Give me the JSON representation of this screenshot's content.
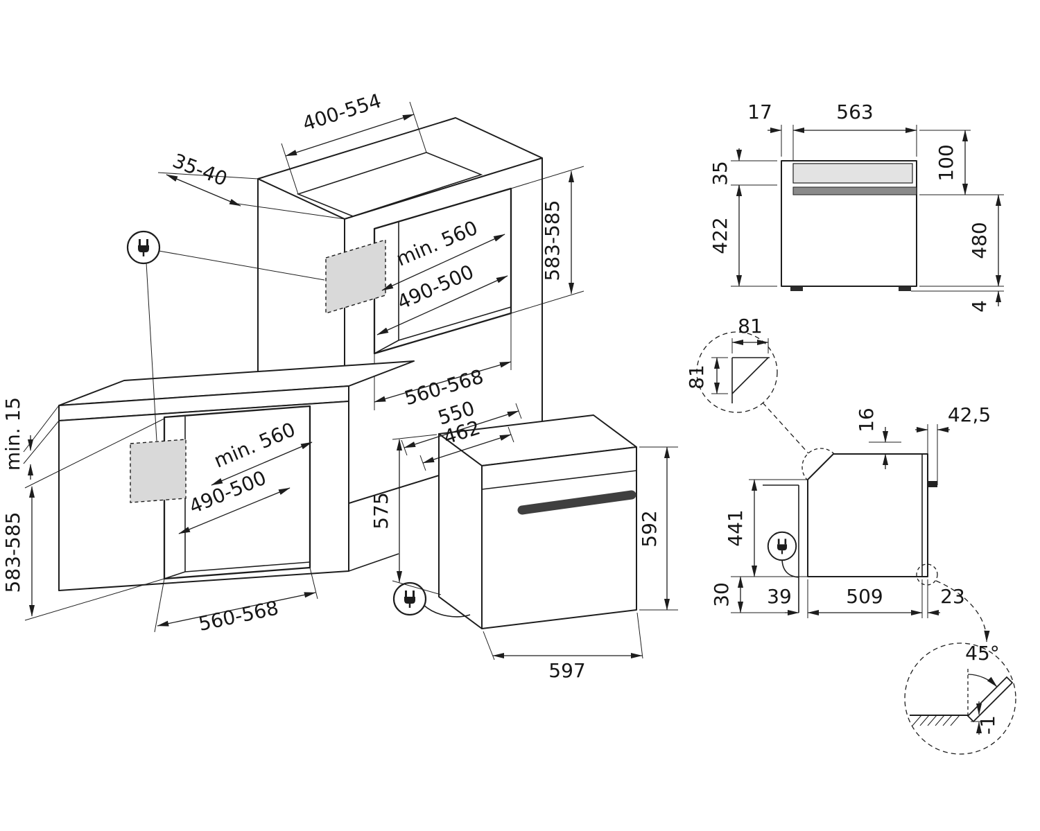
{
  "diagram": {
    "tall_cabinet": {
      "top_width": "400-554",
      "side_gap": "35-40",
      "niche": {
        "depth": "min. 560",
        "width": "490-500",
        "height": "583-585",
        "opening_width": "560-568"
      }
    },
    "base_cabinet": {
      "vent_gap": "min. 15",
      "niche": {
        "depth": "min. 560",
        "width": "490-500",
        "height": "583-585",
        "opening_width": "560-568"
      }
    },
    "oven": {
      "depth_total": "550",
      "depth_body": "462",
      "height_front": "575",
      "height": "592",
      "width": "597"
    },
    "side_view_top": {
      "rear_gap": "17",
      "depth": "563",
      "panel": "35",
      "body": "422",
      "front_top": "100",
      "front_body": "480",
      "feet": "4"
    },
    "corner_detail": {
      "width": "81",
      "height": "81"
    },
    "side_view_front": {
      "top_gap": "16",
      "handle": "42,5",
      "height": "441",
      "bottom_gap": "30",
      "rear_gap": "39",
      "depth": "509",
      "door": "23"
    },
    "door_detail": {
      "angle": "45°",
      "overhang": "-1"
    },
    "icons": {
      "power_plug": "power-plug-circle"
    }
  }
}
